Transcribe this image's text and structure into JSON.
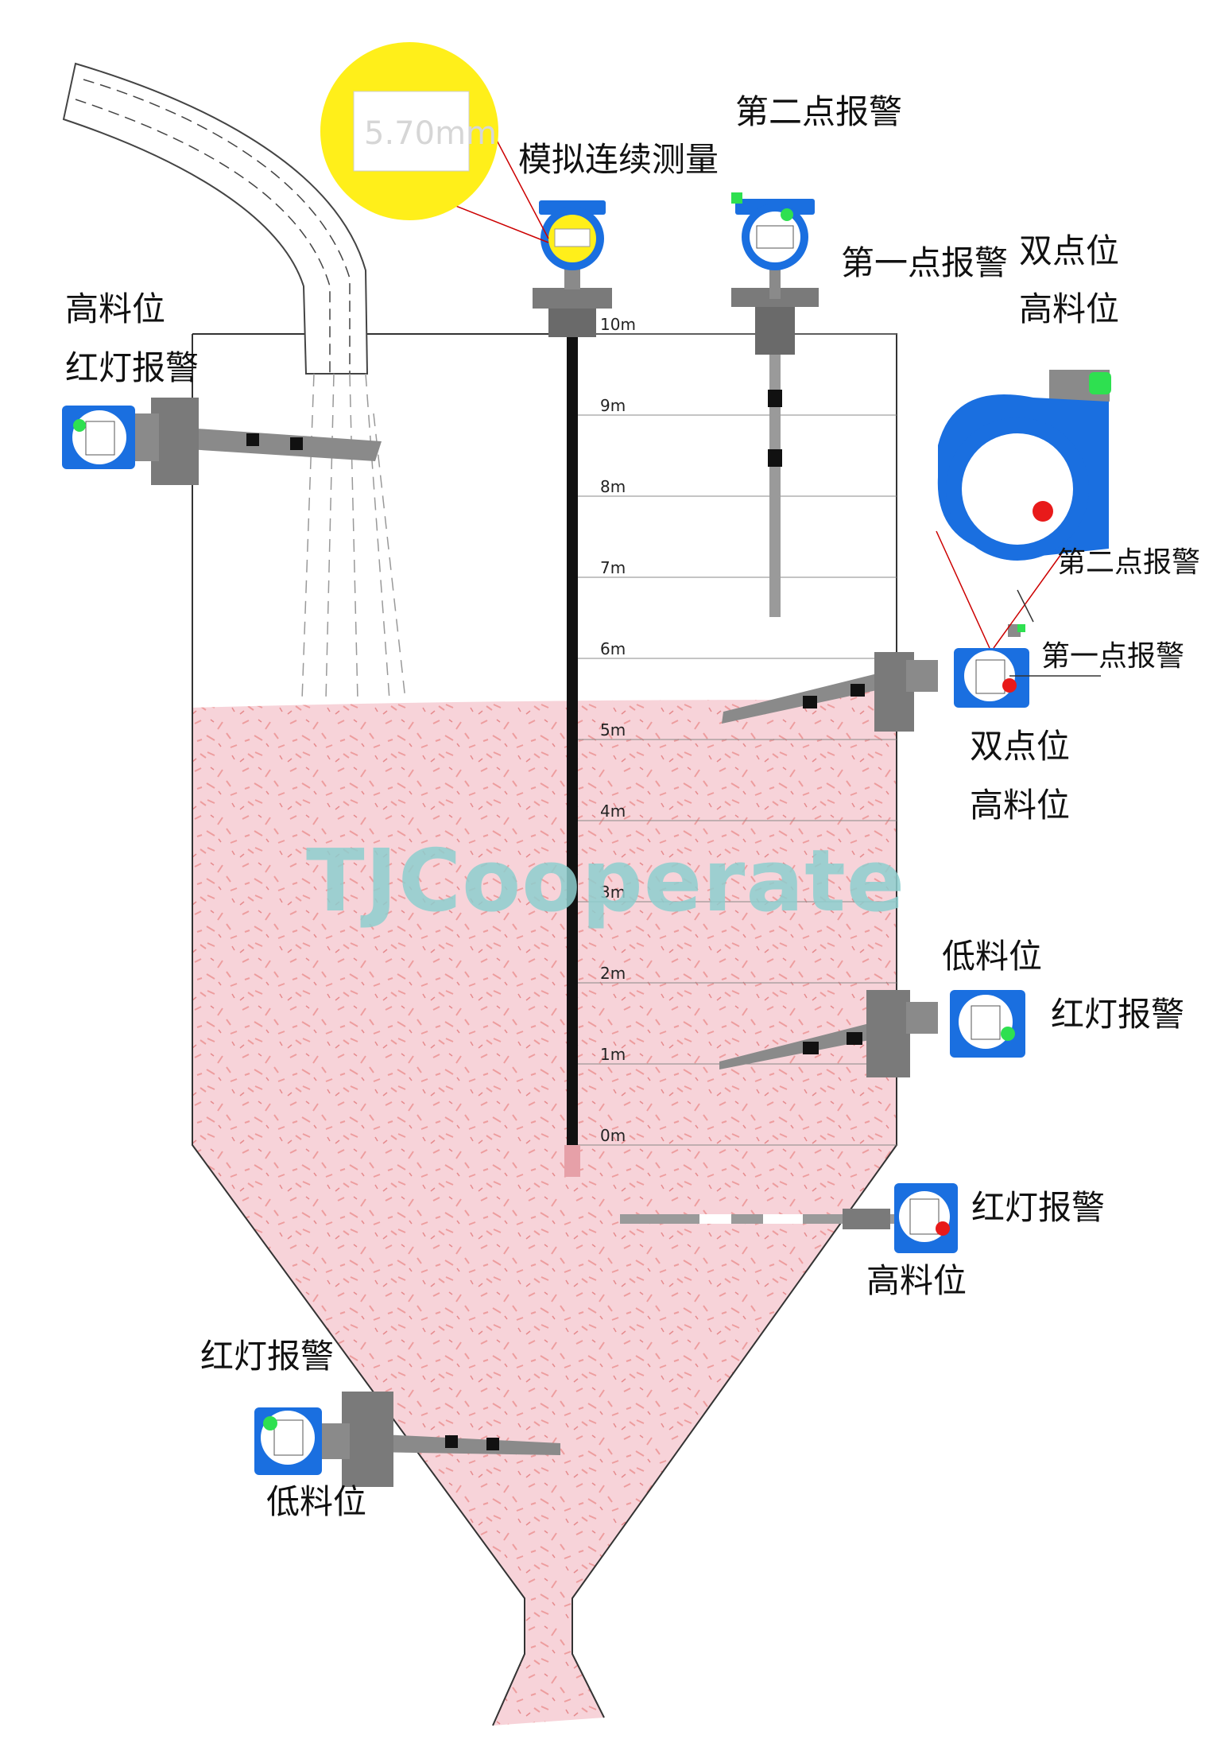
{
  "colors": {
    "material": "#f7cfd6",
    "material_speckle": "#e98a8a",
    "device_blue": "#1a6fe0",
    "zoom_yellow": "#ffef1a",
    "probe_gray": "#8a8a8a",
    "indicator_green": "#2ee050",
    "indicator_red": "#e81a1a",
    "watermark": "#8ecfcf"
  },
  "labels": {
    "analog_measure": "模拟连续测量",
    "second_alarm_top": "第二点报警",
    "first_alarm_top": "第一点报警",
    "dual_top_line1": "双点位",
    "dual_top_line2": "高料位",
    "high_level_left": "高料位",
    "red_alarm_left": "红灯报警",
    "second_alarm_right": "第二点报警",
    "first_alarm_right": "第一点报警",
    "dual_right_line1": "双点位",
    "dual_right_line2": "高料位",
    "low_level_right": "低料位",
    "red_alarm_right": "红灯报警",
    "red_alarm_cone": "红灯报警",
    "high_level_cone": "高料位",
    "red_alarm_bottom": "红灯报警",
    "low_level_bottom": "低料位"
  },
  "scale_ticks": [
    "10m",
    "9m",
    "8m",
    "7m",
    "6m",
    "5m",
    "4m",
    "3m",
    "2m",
    "1m",
    "0m"
  ],
  "zoom_display_text": "5.70mm",
  "watermark": "TJCooperate",
  "icons": [
    "silo",
    "feed-pipe",
    "level-sensor",
    "rod-probe",
    "indicator-light"
  ]
}
